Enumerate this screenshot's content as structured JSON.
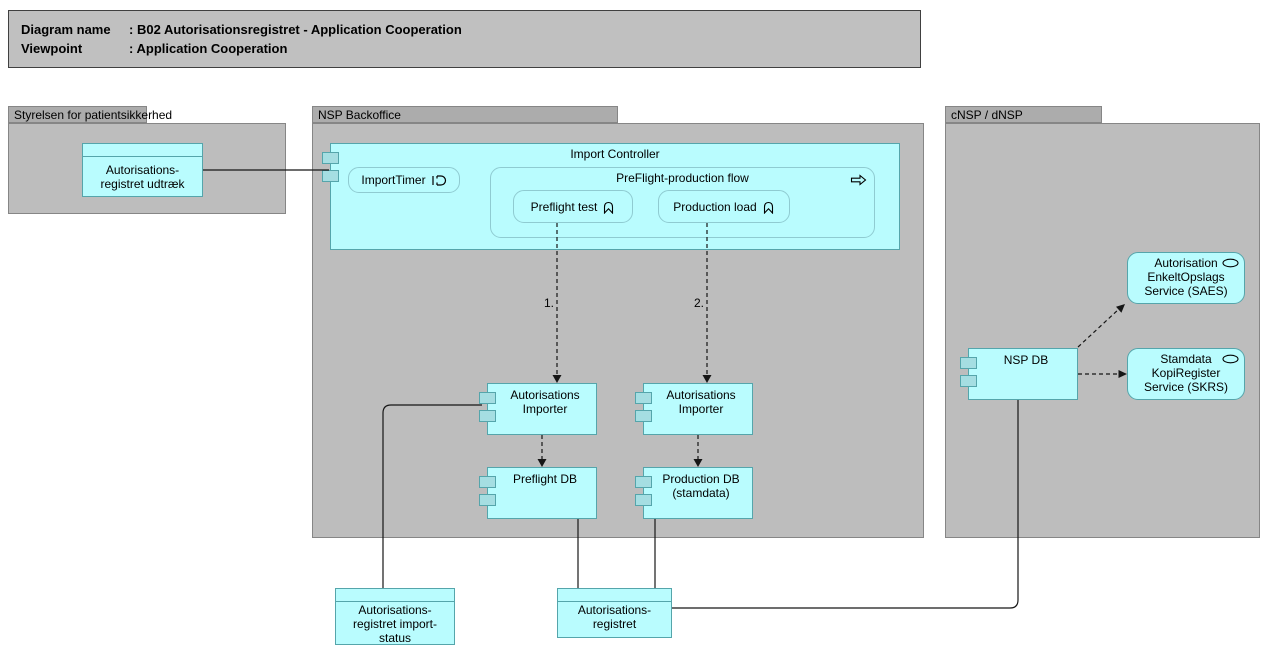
{
  "title": {
    "rows": [
      {
        "label": "Diagram name",
        "value": "B02 Autorisationsregistret - Application Cooperation"
      },
      {
        "label": "Viewpoint",
        "value": "Application Cooperation"
      }
    ],
    "separator": ":"
  },
  "groups": {
    "styrelsen": {
      "label": "Styrelsen for patientsikkerhed"
    },
    "nsp_backoffice": {
      "label": "NSP Backoffice"
    },
    "cnsp": {
      "label": "cNSP / dNSP"
    }
  },
  "nodes": {
    "udtraek": {
      "label": "Autorisations-registret udtræk",
      "type": "data-object"
    },
    "import_controller": {
      "label": "Import Controller",
      "type": "application-component"
    },
    "import_timer": {
      "label": "ImportTimer",
      "type": "application-event"
    },
    "flow": {
      "label": "PreFlight-production flow",
      "type": "application-process"
    },
    "preflight_test": {
      "label": "Preflight test",
      "type": "application-function"
    },
    "production_load": {
      "label": "Production load",
      "type": "application-function"
    },
    "importer_preflight": {
      "label": "Autorisations Importer",
      "type": "application-component"
    },
    "importer_production": {
      "label": "Autorisations Importer",
      "type": "application-component"
    },
    "preflight_db": {
      "label": "Preflight DB",
      "type": "application-component"
    },
    "production_db": {
      "label": "Production DB (stamdata)",
      "type": "application-component"
    },
    "nsp_db": {
      "label": "NSP DB",
      "type": "application-component"
    },
    "saes": {
      "label": "Autorisation EnkeltOpslags Service (SAES)",
      "type": "application-service"
    },
    "skrs": {
      "label": "Stamdata KopiRegister Service (SKRS)",
      "type": "application-service"
    },
    "import_status": {
      "label": "Autorisations-registret import-status",
      "type": "data-object"
    },
    "aut_registret": {
      "label": "Autorisations-registret",
      "type": "data-object"
    }
  },
  "connections": {
    "step1_label": "1.",
    "step2_label": "2."
  },
  "icons": {
    "component": "component-tabs-icon",
    "event": "event-icon",
    "process": "process-arrow-icon",
    "function": "function-arrow-icon",
    "service": "service-oval-icon"
  },
  "colors": {
    "cyan": "#b9fcfe",
    "cyan_tab": "#a5dee2",
    "teal": "#55a5ab",
    "teal_light": "#8fcbd1",
    "gray_body": "#bdbdbd",
    "gray_tab": "#acacac",
    "gray_border": "#868686",
    "title_fill": "#c0c0c0",
    "title_border": "#404040"
  }
}
